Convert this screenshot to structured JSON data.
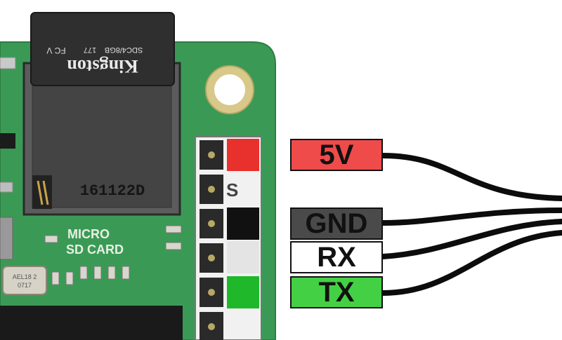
{
  "sd_card": {
    "brand": "Kingston",
    "capacity": "SDC4/8GB",
    "code": "177",
    "marks": "FC V",
    "slot_print": "161122D"
  },
  "board": {
    "silkscreen_line1": "MICRO",
    "silkscreen_line2": "SD CARD",
    "header_mark": "S",
    "crystal_print_1": "AEL18 2",
    "crystal_print_2": "0717"
  },
  "pins": [
    {
      "label": "5V",
      "color": "#ef4b4b"
    },
    {
      "label": "GND",
      "color": "#4a4a4a"
    },
    {
      "label": "RX",
      "color": "#ffffff"
    },
    {
      "label": "TX",
      "color": "#44d044"
    }
  ],
  "header_colors": {
    "pin1": "#e8302c",
    "gnd": "#111111",
    "rx": "#e4e4e4",
    "tx": "#1fb82a"
  },
  "wire_color": "#0c0c0c"
}
